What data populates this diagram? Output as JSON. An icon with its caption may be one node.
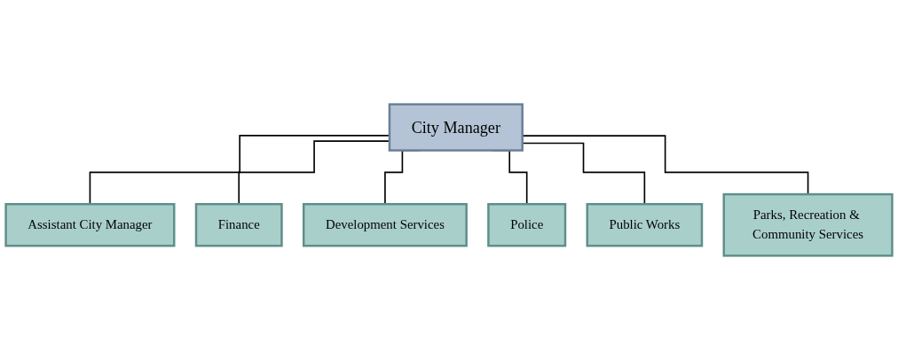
{
  "diagram": {
    "nodes": [
      {
        "text": [
          "City Manager"
        ]
      },
      {
        "text": [
          "Assistant City Manager"
        ]
      },
      {
        "text": [
          "Finance"
        ]
      },
      {
        "text": [
          "Development Services"
        ]
      },
      {
        "text": [
          "Police"
        ]
      },
      {
        "text": [
          "Public Works"
        ]
      },
      {
        "text": [
          "Parks, Recreation & Community Services"
        ]
      }
    ],
    "edges": [
      {
        "from": 0,
        "to": 1,
        "arrow": "none"
      },
      {
        "from": 0,
        "to": 2,
        "arrow": "none"
      },
      {
        "from": 0,
        "to": 3,
        "arrow": "none"
      },
      {
        "from": 0,
        "to": 4,
        "arrow": "none"
      },
      {
        "from": 0,
        "to": 5,
        "arrow": "none"
      },
      {
        "from": 0,
        "to": 6,
        "arrow": "none"
      }
    ]
  }
}
